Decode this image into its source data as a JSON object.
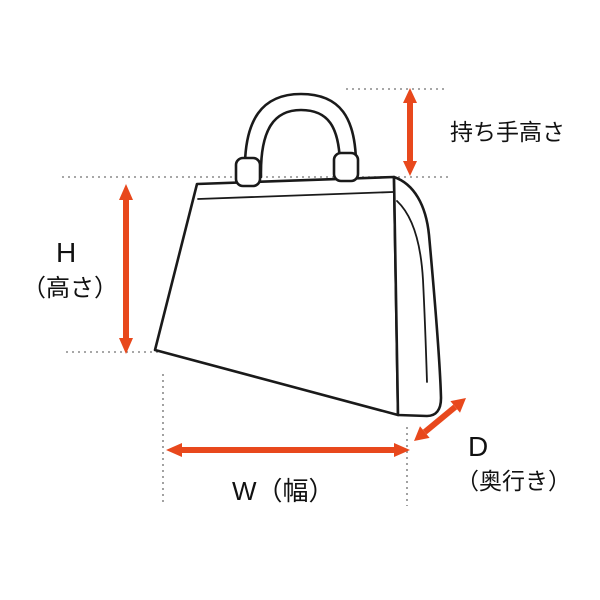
{
  "diagram": {
    "labels": {
      "handle_height": "持ち手高さ",
      "height_letter": "H",
      "height_sub": "（高さ）",
      "width": "W（幅）",
      "depth_letter": "D",
      "depth_sub": "（奥行き）"
    },
    "colors": {
      "arrow": "#e8481c",
      "line": "#1a1a1a",
      "guide": "#8a8a8a",
      "background": "#ffffff"
    }
  }
}
